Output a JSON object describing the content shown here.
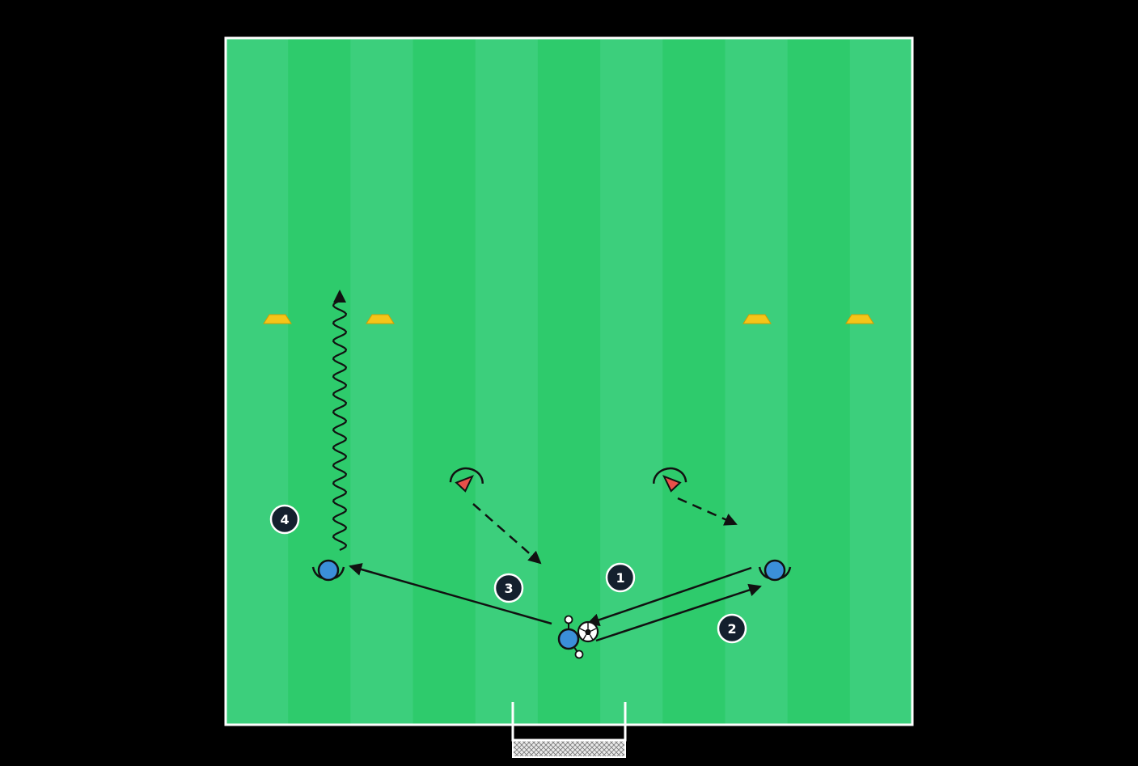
{
  "diagram": {
    "colors": {
      "background": "#000000",
      "pitch_stripe_light": "#3ccf7c",
      "pitch_stripe_dark": "#2ecb6c",
      "pitch_line": "#ffffff",
      "player_team": "#3b8fd9",
      "opponent": "#e8504a",
      "cone": "#f5c518",
      "ink": "#111111",
      "marker_fill": "#14202e"
    },
    "steps": [
      {
        "label": "1"
      },
      {
        "label": "2"
      },
      {
        "label": "3"
      },
      {
        "label": "4"
      }
    ],
    "elements": {
      "cones": 4,
      "blue_players": 3,
      "opponents": 2,
      "ball": "ball-icon",
      "goal": "goal-icon"
    }
  }
}
